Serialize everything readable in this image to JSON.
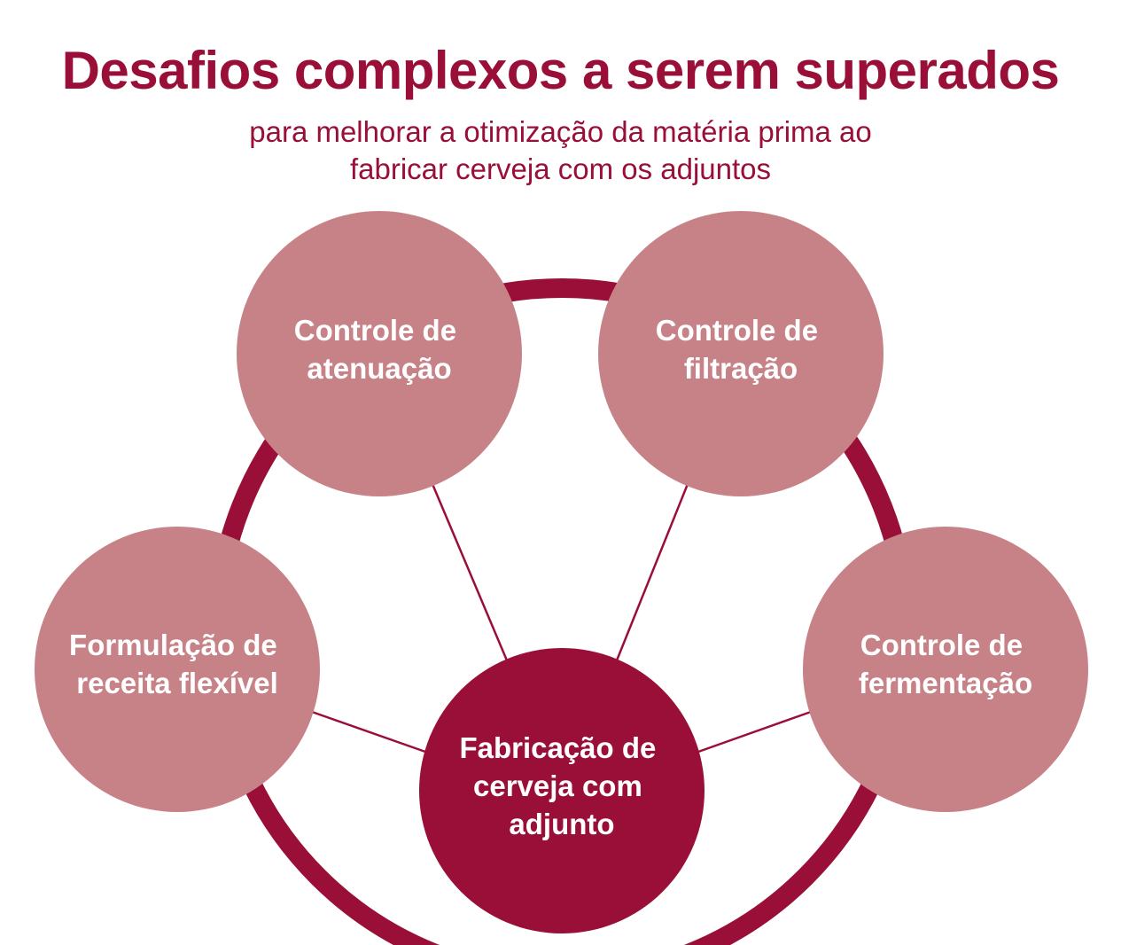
{
  "header": {
    "title": "Desafios complexos a serem superados",
    "subtitle_lines": [
      "para melhorar a otimização da matéria prima ao",
      "fabricar cerveja com os adjuntos"
    ]
  },
  "colors": {
    "primary": "#9a0f38",
    "node_fill": "#c78287",
    "text_on_node": "#ffffff",
    "background": "#ffffff"
  },
  "nodes": {
    "atenuacao": {
      "lines": [
        "Controle de",
        "atenuação"
      ]
    },
    "filtracao": {
      "lines": [
        "Controle de",
        "filtração"
      ]
    },
    "formulacao": {
      "lines": [
        "Formulação de",
        "receita flexível"
      ]
    },
    "fermentacao": {
      "lines": [
        "Controle de",
        "fermentação"
      ]
    },
    "center": {
      "lines": [
        "Fabricação de",
        "cerveja com",
        "adjunto"
      ]
    }
  }
}
